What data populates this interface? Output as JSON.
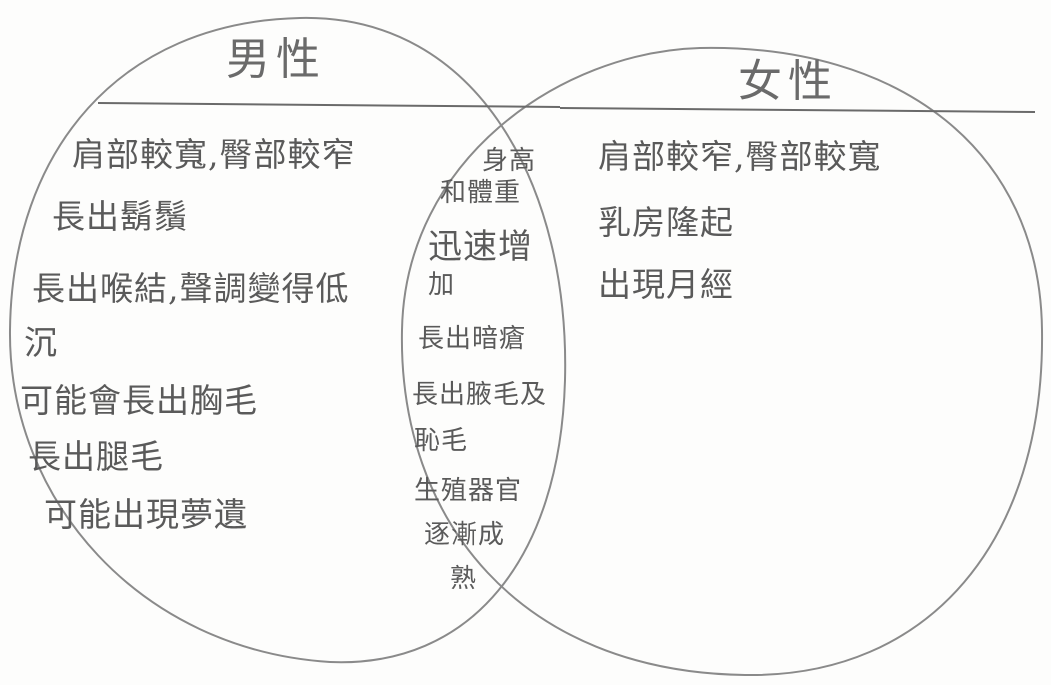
{
  "male": {
    "title": "男性",
    "traits": [
      "肩部較寬,臀部較窄",
      "長出鬍鬚",
      "長出喉結,聲調變得低",
      "沉",
      "可能會長出胸毛",
      "長出腿毛",
      "可能出現夢遺"
    ]
  },
  "female": {
    "title": "女性",
    "traits": [
      "肩部較窄,臀部較寬",
      "乳房隆起",
      "出現月經"
    ]
  },
  "common": {
    "traits": [
      "身高",
      "和體重",
      "迅速增",
      "加",
      "長出暗瘡",
      "長出腋毛及",
      "恥毛",
      "生殖器官",
      "逐漸成",
      "熟"
    ]
  },
  "colors": {
    "ink": "#5a5a5a",
    "paper": "#fdfdfc"
  }
}
